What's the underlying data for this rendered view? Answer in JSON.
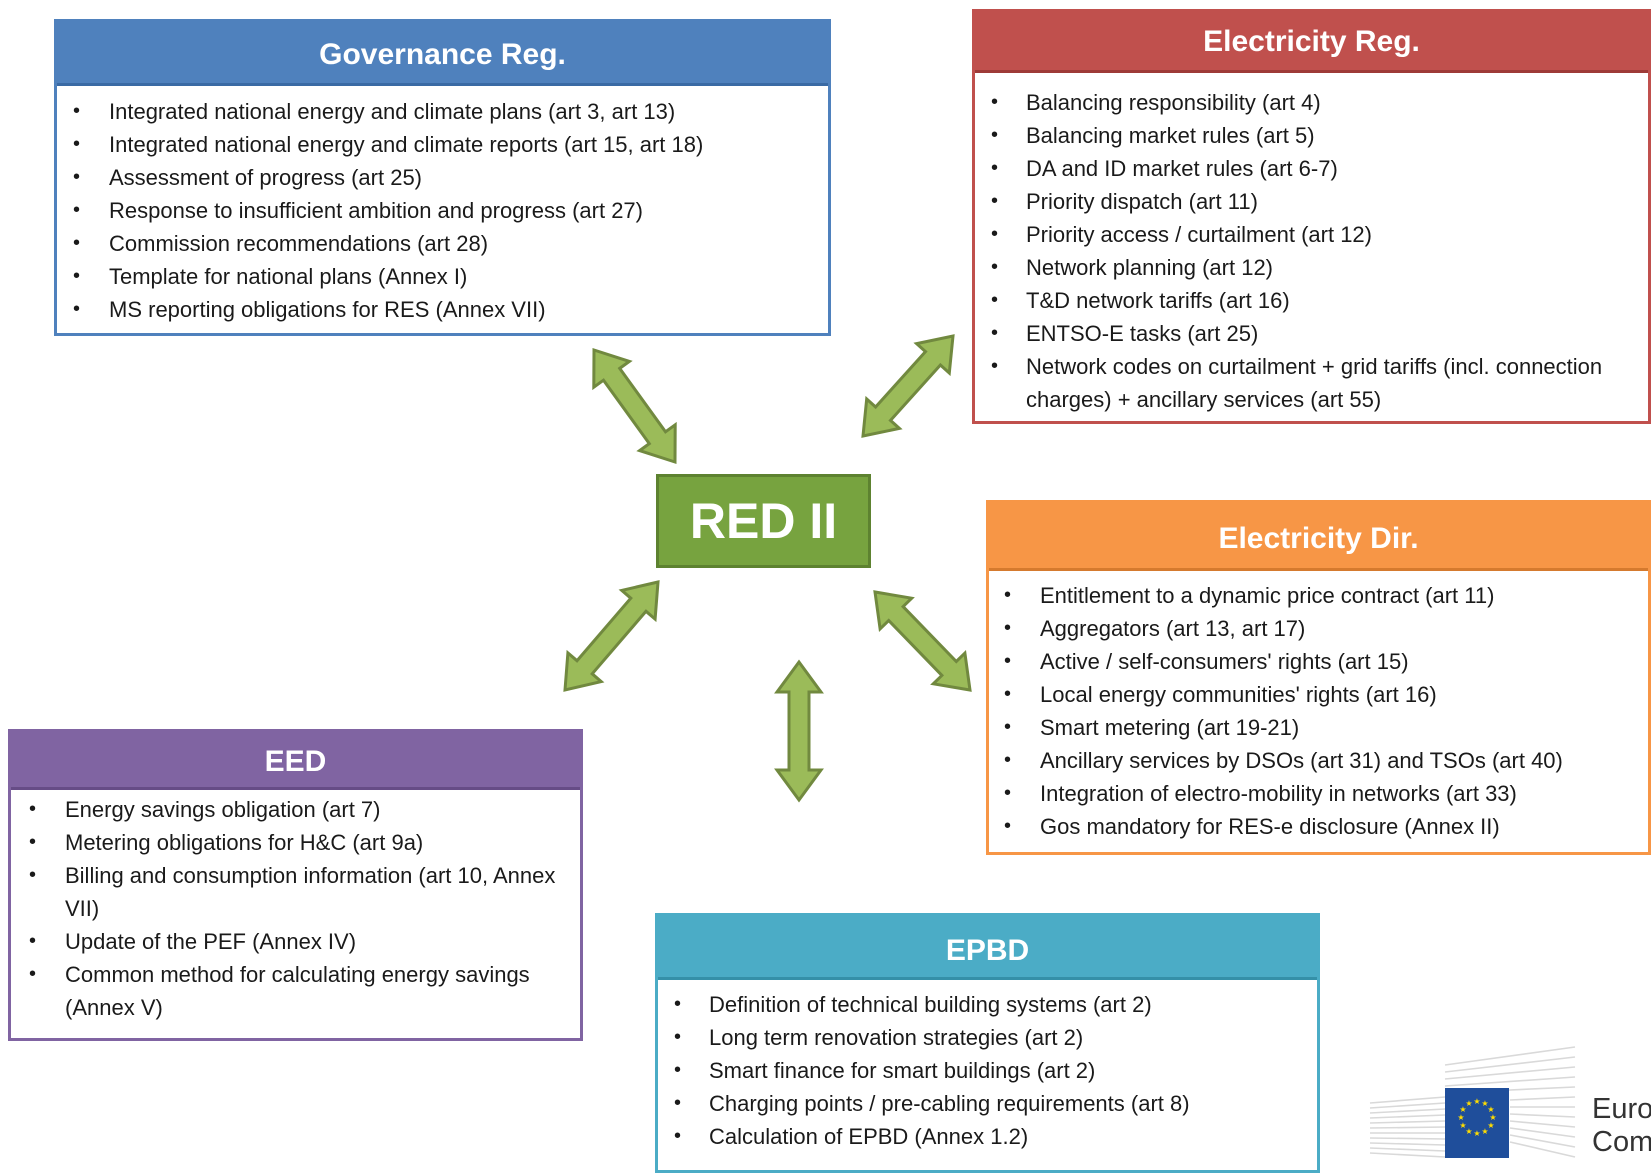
{
  "center": {
    "label": "RED II"
  },
  "boxes": {
    "governance": {
      "title": "Governance Reg.",
      "items": [
        "Integrated national energy and climate plans (art 3, art 13)",
        "Integrated national energy and climate reports (art 15, art 18)",
        "Assessment of progress (art 25)",
        "Response to insufficient ambition and progress (art 27)",
        "Commission recommendations (art 28)",
        "Template for national plans (Annex I)",
        "MS reporting obligations for RES (Annex VII)"
      ]
    },
    "electricity_reg": {
      "title": "Electricity Reg.",
      "items": [
        "Balancing responsibility (art 4)",
        "Balancing market rules (art 5)",
        "DA and ID market rules (art 6-7)",
        "Priority dispatch (art 11)",
        "Priority access / curtailment (art 12)",
        "Network planning (art 12)",
        "T&D network tariffs (art 16)",
        "ENTSO-E tasks (art 25)",
        "Network codes on curtailment + grid tariffs (incl. connection charges) + ancillary services (art 55)"
      ]
    },
    "electricity_dir": {
      "title": "Electricity Dir.",
      "items": [
        "Entitlement to a dynamic price contract (art 11)",
        "Aggregators (art 13, art 17)",
        "Active / self-consumers' rights (art 15)",
        "Local energy communities' rights (art 16)",
        "Smart metering (art 19-21)",
        "Ancillary services by DSOs (art 31) and TSOs (art 40)",
        "Integration of electro-mobility in networks (art 33)",
        "Gos mandatory for RES-e disclosure (Annex II)"
      ]
    },
    "eed": {
      "title": "EED",
      "items": [
        "Energy savings obligation (art 7)",
        "Metering obligations for H&C (art 9a)",
        "Billing and consumption information (art 10, Annex VII)",
        "Update of the PEF (Annex IV)",
        "Common method for calculating energy savings (Annex V)"
      ]
    },
    "epbd": {
      "title": "EPBD",
      "items": [
        "Definition of technical building systems (art 2)",
        "Long term renovation strategies (art 2)",
        "Smart finance for smart buildings (art 2)",
        "Charging points / pre-cabling requirements (art 8)",
        "Calculation of EPBD (Annex 1.2)"
      ]
    }
  },
  "logo": {
    "text_line1": "Euro",
    "text_line2": "Com"
  },
  "colors": {
    "governance": "#4f81bd",
    "electricity_reg": "#c0504d",
    "electricity_dir": "#f79646",
    "eed": "#8064a2",
    "epbd": "#4bacc6",
    "center": "#77a33f",
    "arrow_fill": "#9bbb59",
    "arrow_stroke": "#71893f"
  }
}
